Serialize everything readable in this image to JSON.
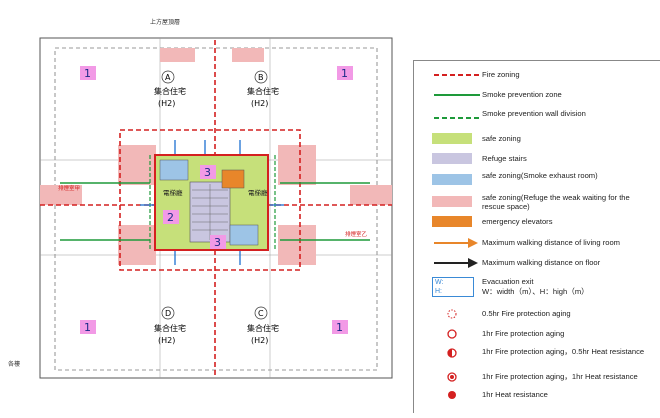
{
  "plan": {
    "unit_a_label": "A",
    "unit_b_label": "B",
    "unit_c_label": "C",
    "unit_d_label": "D",
    "unit_type": "集合住宅",
    "unit_code": "(H2)",
    "badge_refuge_stairs": "1",
    "badge_safe_zone": "2",
    "badge_exhaust_room": "3",
    "top_note": "上方屋頂層",
    "bottom_note": "各樓",
    "core_label_left": "電梯廳",
    "core_label_right": "電梯廳",
    "refuge_label": "排煙室甲",
    "refuge_label_right": "排煙室乙"
  },
  "legend": {
    "fire_zoning": "Fire zoning",
    "smoke_zone": "Smoke prevention zone",
    "smoke_wall": "Smoke prevention wall division",
    "safe_zoning": "safe zoning",
    "refuge_stairs": "Refuge stairs",
    "exhaust_room": "safe zoning(Smoke exhaust room)",
    "refuge_weak": "safe zoning(Refuge the weak waiting for the rescue space)",
    "emergency_elevators": "emergency elevators",
    "walk_living": "Maximum walking distance of living room",
    "walk_floor": "Maximum walking distance on floor",
    "exit_title": "Evacuation exit",
    "exit_w": "W:",
    "exit_h": "H:",
    "exit_desc": "W：width（m）、H：high（m）",
    "half_hr": "0.5hr Fire protection aging",
    "one_hr": "1hr Fire protection aging",
    "one_hr_half_heat": "1hr Fire protection aging，0.5hr Heat resistance",
    "one_hr_one_heat": "1hr Fire protection aging，1hr Heat resistance",
    "one_hr_heat": "1hr Heat resistance"
  },
  "colors": {
    "fire_red": "#d42020",
    "smoke_green": "#1e9a3a",
    "safe_green": "#c6e07a",
    "refuge_lavender": "#c9c6e0",
    "exhaust_blue": "#9dc4e6",
    "weak_pink": "#f2b8b8",
    "elevator_orange": "#e8862a",
    "badge_magenta": "#f29ae6"
  }
}
